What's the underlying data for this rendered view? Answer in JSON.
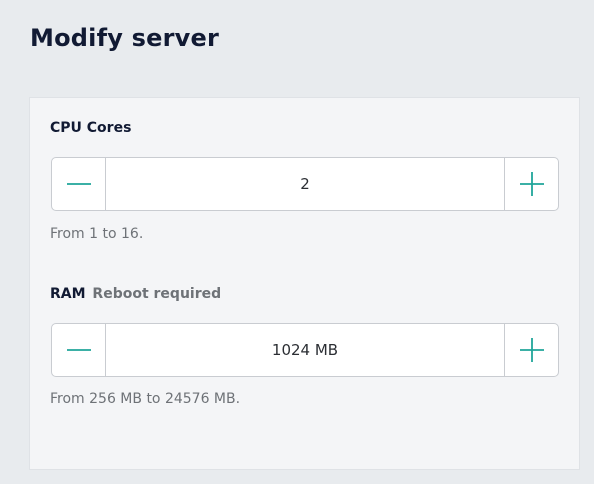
{
  "page": {
    "title": "Modify server"
  },
  "cpu": {
    "label": "CPU Cores",
    "value": "2",
    "hint": "From 1 to 16."
  },
  "ram": {
    "label": "RAM",
    "note": "Reboot required",
    "value": "1024 MB",
    "hint": "From 256 MB to 24576 MB."
  },
  "icons": {
    "decrease": "minus-icon",
    "increase": "plus-icon"
  },
  "colors": {
    "accent": "#1fa59a",
    "title": "#111a33",
    "muted": "#6e7277",
    "border": "#c9ccd1"
  }
}
